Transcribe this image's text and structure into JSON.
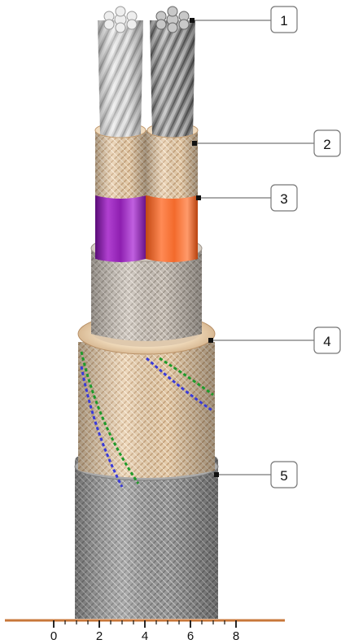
{
  "diagram": {
    "callouts": [
      {
        "label": "1",
        "target": "conductor-strands"
      },
      {
        "label": "2",
        "target": "inner-braid-tape"
      },
      {
        "label": "3",
        "target": "insulation"
      },
      {
        "label": "4",
        "target": "outer-braid-with-tracers"
      },
      {
        "label": "5",
        "target": "jacket-braid"
      }
    ],
    "scale": {
      "ticks": [
        "0",
        "2",
        "4",
        "6",
        "8"
      ],
      "line_color": "#c8773a"
    },
    "colors": {
      "insulation_left": "#8e1fb0",
      "insulation_right": "#f36a2c",
      "braid_tan": "#e6c9a4",
      "braid_gray": "#bdb6ad",
      "jacket": "#9a9a9a",
      "tracer_green": "#1f9a2a",
      "tracer_blue": "#3a3ad8"
    }
  }
}
